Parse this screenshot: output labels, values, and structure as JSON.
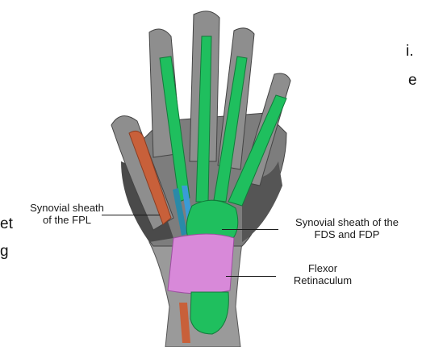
{
  "background_text_fragments": [
    "i.",
    "e",
    "et",
    "g"
  ],
  "labels": {
    "fpl": {
      "line1": "Synovial sheath",
      "line2": "of the FPL"
    },
    "fds_fdp": {
      "line1": "Synovial sheath of the",
      "line2": "FDS and FDP"
    },
    "flexor": {
      "line1": "Flexor",
      "line2": "Retinaculum"
    }
  },
  "colors": {
    "sheath_green": "#1fbf5e",
    "fpl_sheath_orange": "#c8603a",
    "retinaculum_pink": "#d889d9",
    "tendon_blue": "#3a9bd6",
    "skin_grey": "#8e8e8e",
    "muscle_dark": "#4a4a4a"
  }
}
